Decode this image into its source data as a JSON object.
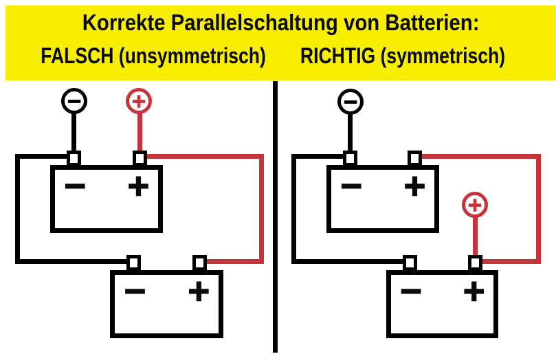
{
  "header": {
    "title": "Korrekte Parallelschaltung von Batterien:",
    "left_label": "FALSCH (unsymmetrisch)",
    "right_label": "RICHTIG (symmetrisch)"
  },
  "colors": {
    "banner_yellow": "#f8ee00",
    "wire_positive_red": "#c4343a",
    "wire_negative_black": "#000000",
    "background": "#ffffff"
  },
  "symbols": {
    "plus": "+",
    "minus": "−"
  },
  "diagrams": [
    {
      "id": "falsch",
      "label": "FALSCH (unsymmetrisch)",
      "battery_count": 2,
      "negative_tap_on": "battery-1-negative-terminal",
      "positive_tap_on": "battery-1-positive-terminal",
      "batteries": [
        {
          "negative_label": "−",
          "positive_label": "+"
        },
        {
          "negative_label": "−",
          "positive_label": "+"
        }
      ]
    },
    {
      "id": "richtig",
      "label": "RICHTIG (symmetrisch)",
      "battery_count": 2,
      "negative_tap_on": "battery-1-negative-terminal",
      "positive_tap_on": "battery-2-positive-terminal",
      "batteries": [
        {
          "negative_label": "−",
          "positive_label": "+"
        },
        {
          "negative_label": "−",
          "positive_label": "+"
        }
      ]
    }
  ]
}
